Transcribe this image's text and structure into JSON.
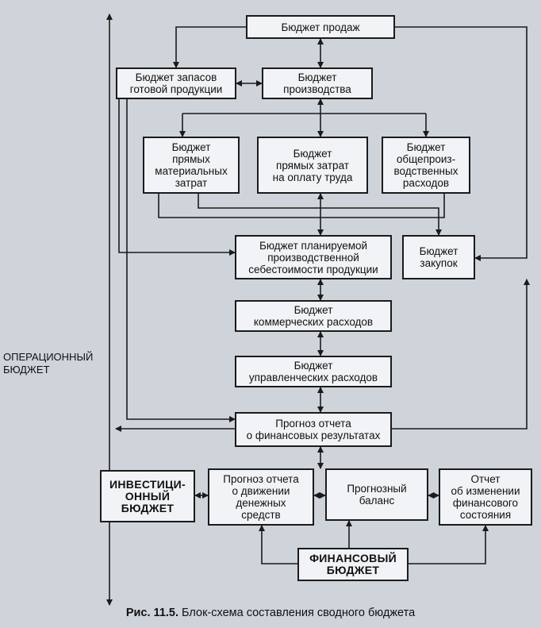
{
  "diagram": {
    "nodes": {
      "sales": "Бюджет продаж",
      "inventory": "Бюджет запасов\nготовой продукции",
      "production": "Бюджет\nпроизводства",
      "direct_materials": "Бюджет\nпрямых\nматериальных\nзатрат",
      "direct_labor": "Бюджет\nпрямых затрат\nна оплату труда",
      "overhead": "Бюджет\nобщепроиз-\nводственных\nрасходов",
      "cost_of_goods": "Бюджет планируемой\nпроизводственной\nсебестоимости продукции",
      "purchases": "Бюджет\nзакупок",
      "selling_expenses": "Бюджет\nкоммерческих расходов",
      "admin_expenses": "Бюджет\nуправленческих расходов",
      "income_statement": "Прогноз отчета\nо финансовых результатах",
      "investment": "ИНВЕСТИЦИ-\nОННЫЙ\nБЮДЖЕТ",
      "cash_flow": "Прогноз отчета\nо движении\nденежных\nсредств",
      "balance": "Прогнозный\nбаланс",
      "financial_position": "Отчет\nоб изменении\nфинансового\nсостояния",
      "financial_budget": "ФИНАНСОВЫЙ\nБЮДЖЕТ"
    },
    "side_label": "ОПЕРАЦИОННЫЙ\nБЮДЖЕТ",
    "caption_number": "Рис. 11.5.",
    "caption_text": "Блок-схема составления сводного бюджета"
  }
}
